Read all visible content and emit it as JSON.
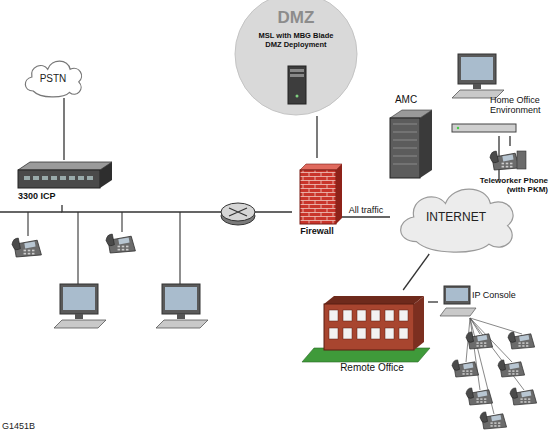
{
  "diagram": {
    "nodes": [
      {
        "text": [
          "DMZ",
          "MSL with MBG Blade DMZ Deployment"
        ]
      },
      {
        "text": [
          "PSTN"
        ]
      },
      {
        "text": [
          "3300 ICP"
        ]
      },
      {
        "text": [
          "Firewall"
        ]
      },
      {
        "text": [
          "AMC"
        ]
      },
      {
        "text": [
          "INTERNET"
        ]
      },
      {
        "text": [
          "Home Office Environment"
        ]
      },
      {
        "text": [
          "Teleworker Phone (with PKM)"
        ]
      },
      {
        "text": [
          "Remote Office"
        ]
      },
      {
        "text": [
          "IP Console"
        ]
      }
    ],
    "edges": [
      {
        "from": 1,
        "to": 2,
        "arrow": "none"
      },
      {
        "from": 2,
        "to": 3,
        "arrow": "none"
      },
      {
        "from": 0,
        "to": 3,
        "arrow": "none"
      },
      {
        "from": 3,
        "to": 5,
        "label": "All traffic",
        "arrow": "none"
      },
      {
        "from": 5,
        "to": 6,
        "arrow": "none"
      },
      {
        "from": 6,
        "to": 7,
        "arrow": "none"
      },
      {
        "from": 5,
        "to": 8,
        "arrow": "none"
      },
      {
        "from": 8,
        "to": 9,
        "arrow": "none"
      }
    ],
    "labels": [
      "G1451B"
    ]
  }
}
